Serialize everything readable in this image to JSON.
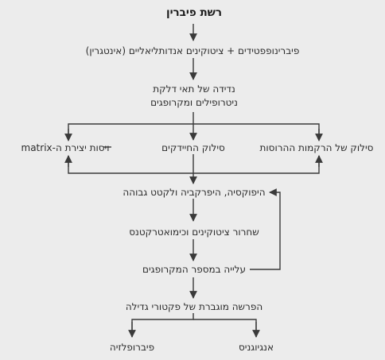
{
  "diagram": {
    "title": "רשת פיברין",
    "nodes": {
      "fibrinopeptides": "פיברינופפטידים + ציטוקינים אנדותליאליים (אינטגרין)",
      "chemotaxis_line1": "נדידה של תאי דלקת",
      "chemotaxis_line2": "ניטרופילים ומקרופגים",
      "debris_removal": "סילוק של הרקמות ההרוסות",
      "bacteria_removal": "סילוק החיידקים",
      "matrix_regulation": "ויסות יצירת ה-matrix",
      "hypoxia": "היפוקסיה, היפרקביה ולקטט גבוהה",
      "cytokine_release": "שחרור ציטוקינים וכימואטרקטנס",
      "macrophage_increase": "עלייה במספר המקרופגים",
      "growth_factors": "הפרשה מוגברת של פקטורי גדילה",
      "angiogenesis": "אנגיוגניס",
      "fibroplasia": "פיברופלזיה"
    },
    "colors": {
      "background": "#ececec",
      "text": "#2b2b2b",
      "line": "#3a3a3a"
    }
  }
}
